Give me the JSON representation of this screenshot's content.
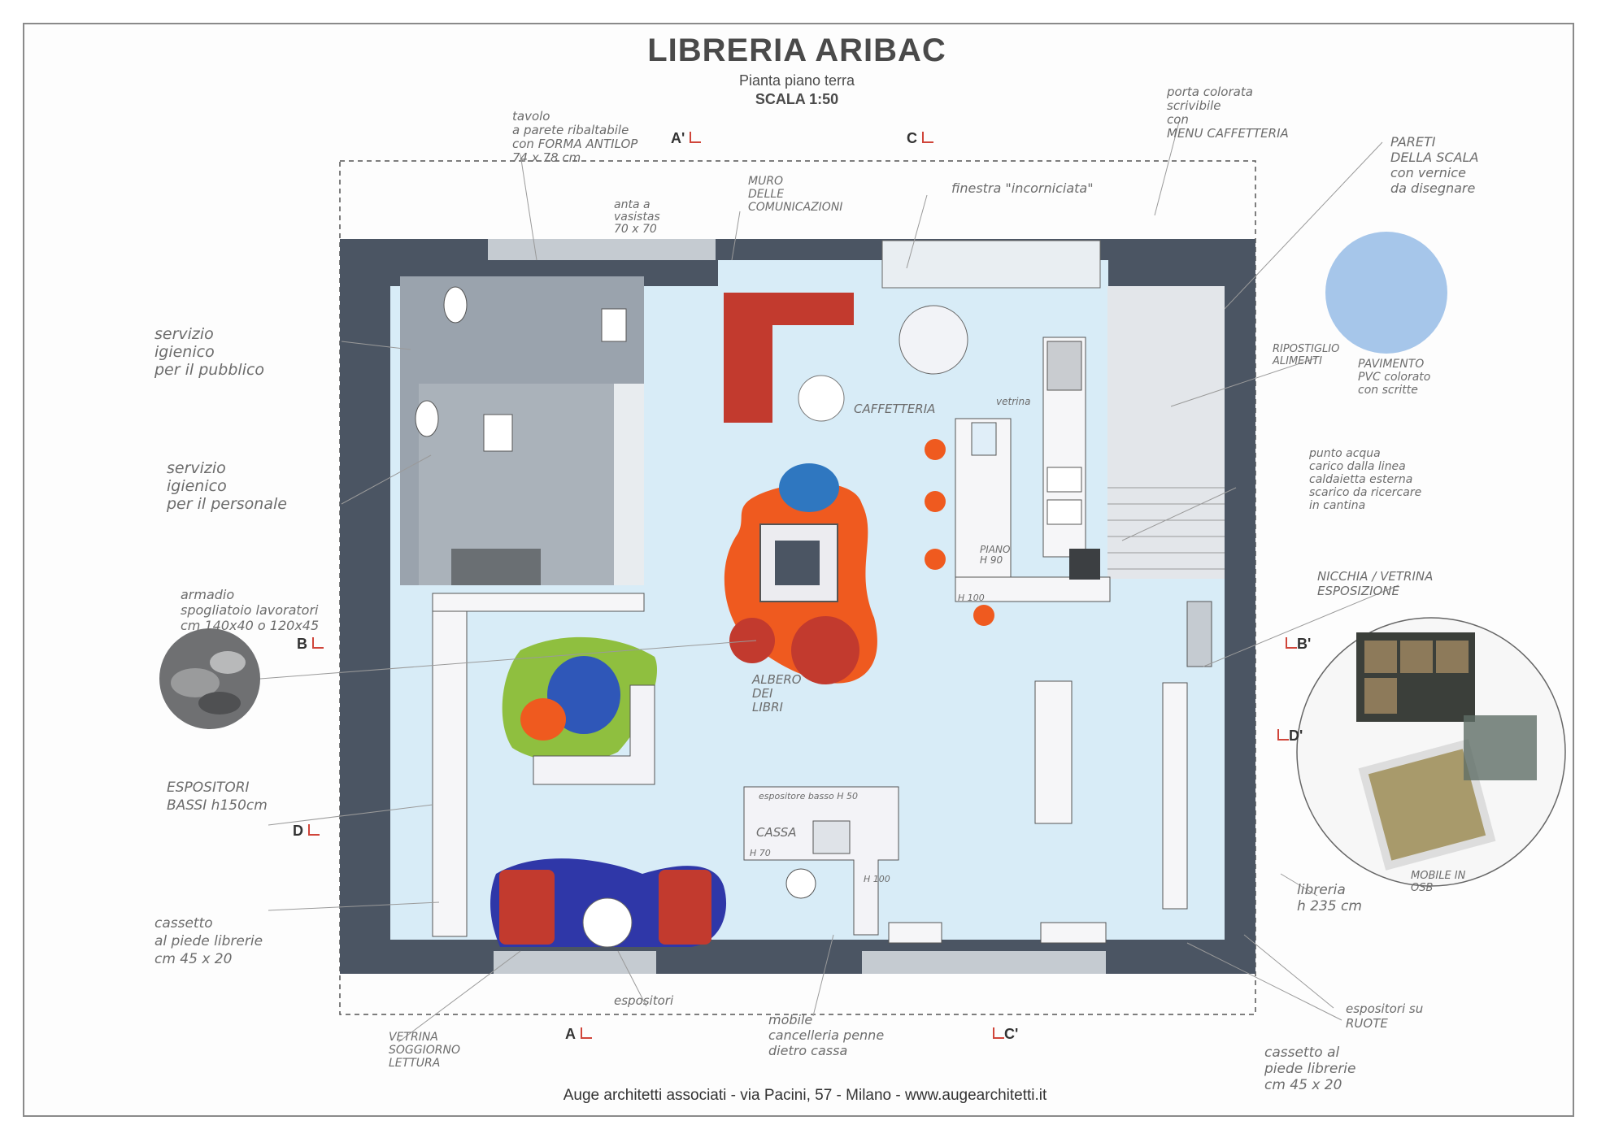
{
  "title": "LIBRERIA ARIBAC",
  "subtitle": "Pianta piano terra",
  "scale": "SCALA 1:50",
  "footer": "Auge architetti associati - via Pacini, 57 - Milano - www.augearchitetti.it",
  "colors": {
    "wall": "#4b5563",
    "floor": "#d8ecf7",
    "service": "#9aa3ad",
    "red": "#c23a2e",
    "orange": "#ef5a1f",
    "blue": "#2f57b8",
    "green": "#8fbf3f",
    "section_marker": "#d0453a"
  },
  "sections": {
    "a_top": "A'",
    "a_bottom": "A",
    "c_top": "C",
    "c_bottom": "C'",
    "b_left": "B",
    "b_right": "B'",
    "d_left": "D'",
    "d_right": "D"
  },
  "annotations": {
    "tavolo": "tavolo\na parete ribaltabile\ncon FORMA ANTILOP\n74 x 78 cm",
    "anta": "anta a\nvasistas\n70 x 70",
    "muro": "MURO\nDELLE\nCOMUNICAZIONI",
    "finestra": "finestra \"incorniciata\"",
    "porta": "porta colorata\nscrivibile\ncon\nMENU CAFFETTERIA",
    "pareti": "PARETI\nDELLA SCALA\ncon vernice\nda disegnare",
    "servizio_pubblico": "servizio\nigienico\nper il pubblico",
    "servizio_personale": "servizio\nigienico\nper il personale",
    "armadio": "armadio\nspogliatoio lavoratori\ncm 140x40 o 120x45",
    "espositori_bassi": "ESPOSITORI\nBASSI h150cm",
    "cassetto_left": "cassetto\nal piede librerie\ncm 45 x 20",
    "vetrina_soggiorno": "VETRINA\nSOGGIORNO\nLETTURA",
    "espositori_label": "espositori",
    "mobile_cancelleria": "mobile\ncancelleria penne\ndietro cassa",
    "cassetto_right": "cassetto al\npiede librerie\ncm 45 x 20",
    "espositori_ruote": "espositori su\nRUOTE",
    "libreria_h": "libreria\nh 235 cm",
    "mobile_osb": "MOBILE IN\nOSB",
    "nicchia": "NICCHIA / VETRINA\nESPOSIZIONE",
    "punto_acqua": "punto acqua\ncarico dalla linea\ncaldaietta esterna\nscarico da ricercare\nin cantina",
    "pavimento": "PAVIMENTO\nPVC colorato\ncon scritte",
    "ripostiglio": "RIPOSTIGLIO\nALIMENTI",
    "caffetteria": "CAFFETTERIA",
    "vetrina": "vetrina",
    "piano": "PIANO\nH 90",
    "h100a": "H 100",
    "albero": "ALBERO\nDEI\nLIBRI",
    "espositore_basso": "espositore basso H 50",
    "cassa": "CASSA",
    "h70": "H 70",
    "h100b": "H 100"
  }
}
